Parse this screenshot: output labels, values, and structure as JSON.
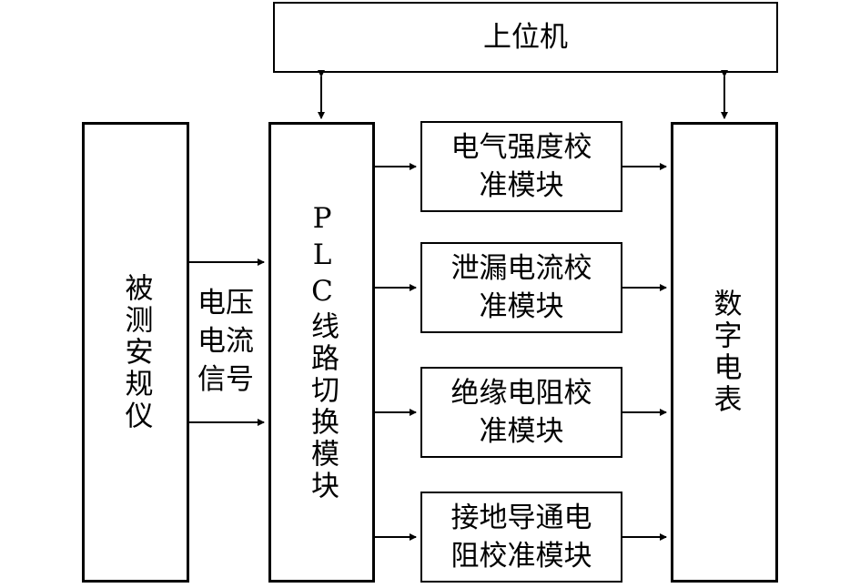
{
  "host": {
    "label": "上位机"
  },
  "device": {
    "label": "被测安规仪"
  },
  "signal": {
    "line1": "电压",
    "line2": "电流",
    "line3": "信号"
  },
  "plc": {
    "label": "PLC线路切换模块"
  },
  "modules": [
    {
      "line1": "电气强度校",
      "line2": "准模块"
    },
    {
      "line1": "泄漏电流校",
      "line2": "准模块"
    },
    {
      "line1": "绝缘电阻校",
      "line2": "准模块"
    },
    {
      "line1": "接地导通电",
      "line2": "阻校准模块"
    }
  ],
  "meter": {
    "label": "数字电表"
  }
}
